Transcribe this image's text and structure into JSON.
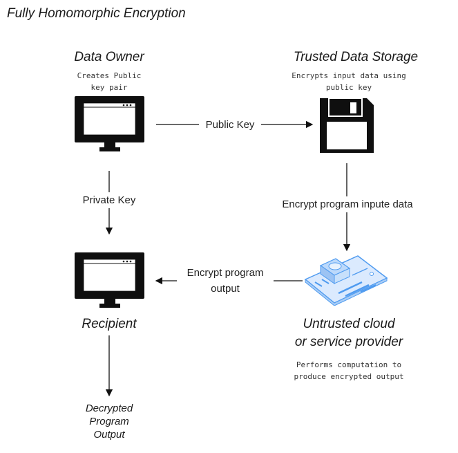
{
  "title": "Fully Homomorphic Encryption",
  "nodes": {
    "data_owner": {
      "title": "Data Owner",
      "desc_line1": "Creates Public",
      "desc_line2": "key pair"
    },
    "trusted_storage": {
      "title": "Trusted Data Storage",
      "desc_line1": "Encrypts input data using",
      "desc_line2": "public key"
    },
    "recipient": {
      "title": "Recipient"
    },
    "cloud": {
      "title_line1": "Untrusted cloud",
      "title_line2": "or service provider",
      "desc_line1": "Performs computation to",
      "desc_line2": "produce encrypted output"
    },
    "output": {
      "line1": "Decrypted",
      "line2": "Program",
      "line3": "Output"
    }
  },
  "edges": {
    "public_key": "Public Key",
    "private_key": "Private Key",
    "encrypt_input": "Encrypt program inpute data",
    "encrypt_output_line1": "Encrypt program",
    "encrypt_output_line2": "output"
  },
  "icons": {
    "data_owner": "monitor-icon",
    "recipient": "monitor-icon",
    "storage": "floppy-disk-icon",
    "cloud": "motherboard-icon"
  },
  "colors": {
    "ink": "#111111",
    "board": "#4f9bf0",
    "board_fill": "#dbeafe"
  }
}
